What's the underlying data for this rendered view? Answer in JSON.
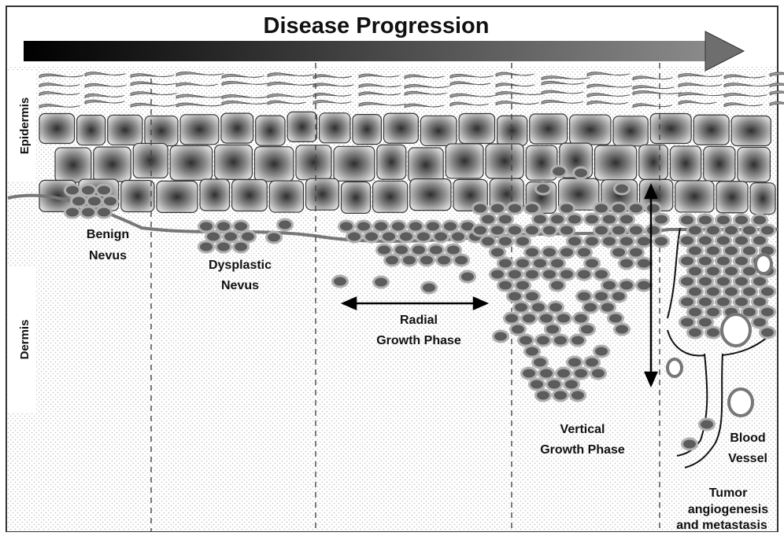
{
  "title": "Disease Progression",
  "side_labels": {
    "epidermis": "Epidermis",
    "dermis": "Dermis"
  },
  "stages": {
    "benign": [
      "Benign",
      "Nevus"
    ],
    "dysplastic": [
      "Dysplastic",
      "Nevus"
    ],
    "radial": [
      "Radial",
      "Growth Phase"
    ],
    "vertical": [
      "Vertical",
      "Growth Phase"
    ],
    "blood": [
      "Blood",
      "Vessel"
    ],
    "tumor": [
      "Tumor",
      "angiogenesis",
      "and metastasis"
    ]
  },
  "colors": {
    "arrow_start": "#000000",
    "arrow_end": "#7a7a7a",
    "cell_fill": "#5c5c5c",
    "cell_outline": "#b0b0b0",
    "keratinocyte_dark": "#3a3a3a",
    "keratinocyte_light": "#d6d6d6",
    "dermis_dot": "#c9c9c9"
  }
}
